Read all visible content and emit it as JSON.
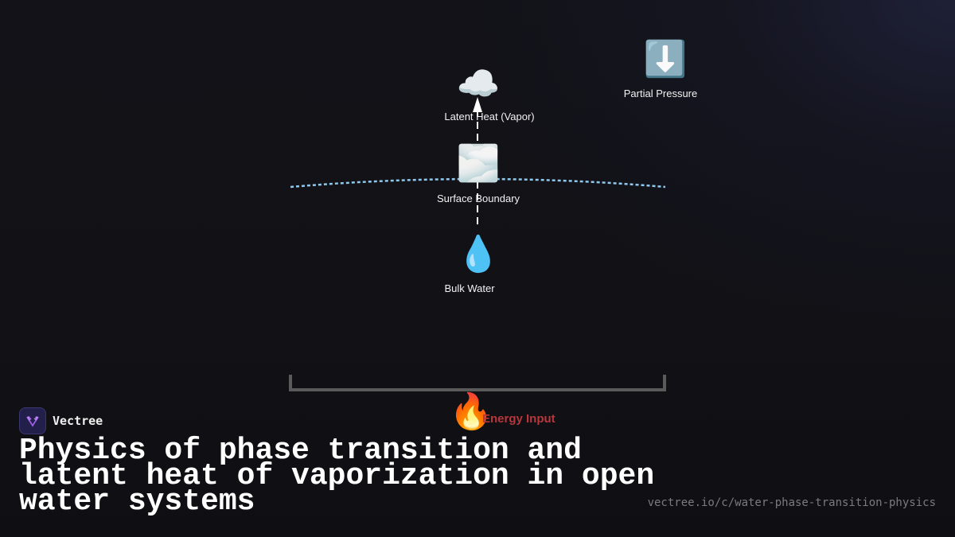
{
  "brand": {
    "name": "Vectree"
  },
  "title": "Physics of phase transition and latent heat of vaporization in open water systems",
  "url": "vectree.io/c/water-phase-transition-physics",
  "colors": {
    "background": "#111116",
    "surface_curve": "#8ec8ec",
    "arrow": "#ffffff",
    "container": "#5a5a5a",
    "energy_label": "#b8373c",
    "logo_bg": "#22204a",
    "logo_mark": "#9b5de5"
  },
  "nodes": {
    "vapor": {
      "icon": "☁️",
      "icon_name": "cloud-icon",
      "label": "Latent Heat (Vapor)"
    },
    "surface": {
      "icon": "🌫️",
      "icon_name": "fog-icon",
      "label": "Surface Boundary"
    },
    "water": {
      "icon": "💧",
      "icon_name": "droplet-icon",
      "label": "Bulk Water"
    },
    "pressure": {
      "icon": "⬇️",
      "icon_name": "down-arrow-icon",
      "label": "Partial Pressure"
    },
    "energy": {
      "icon": "🔥",
      "icon_name": "fire-icon",
      "label": "Energy Input"
    }
  }
}
